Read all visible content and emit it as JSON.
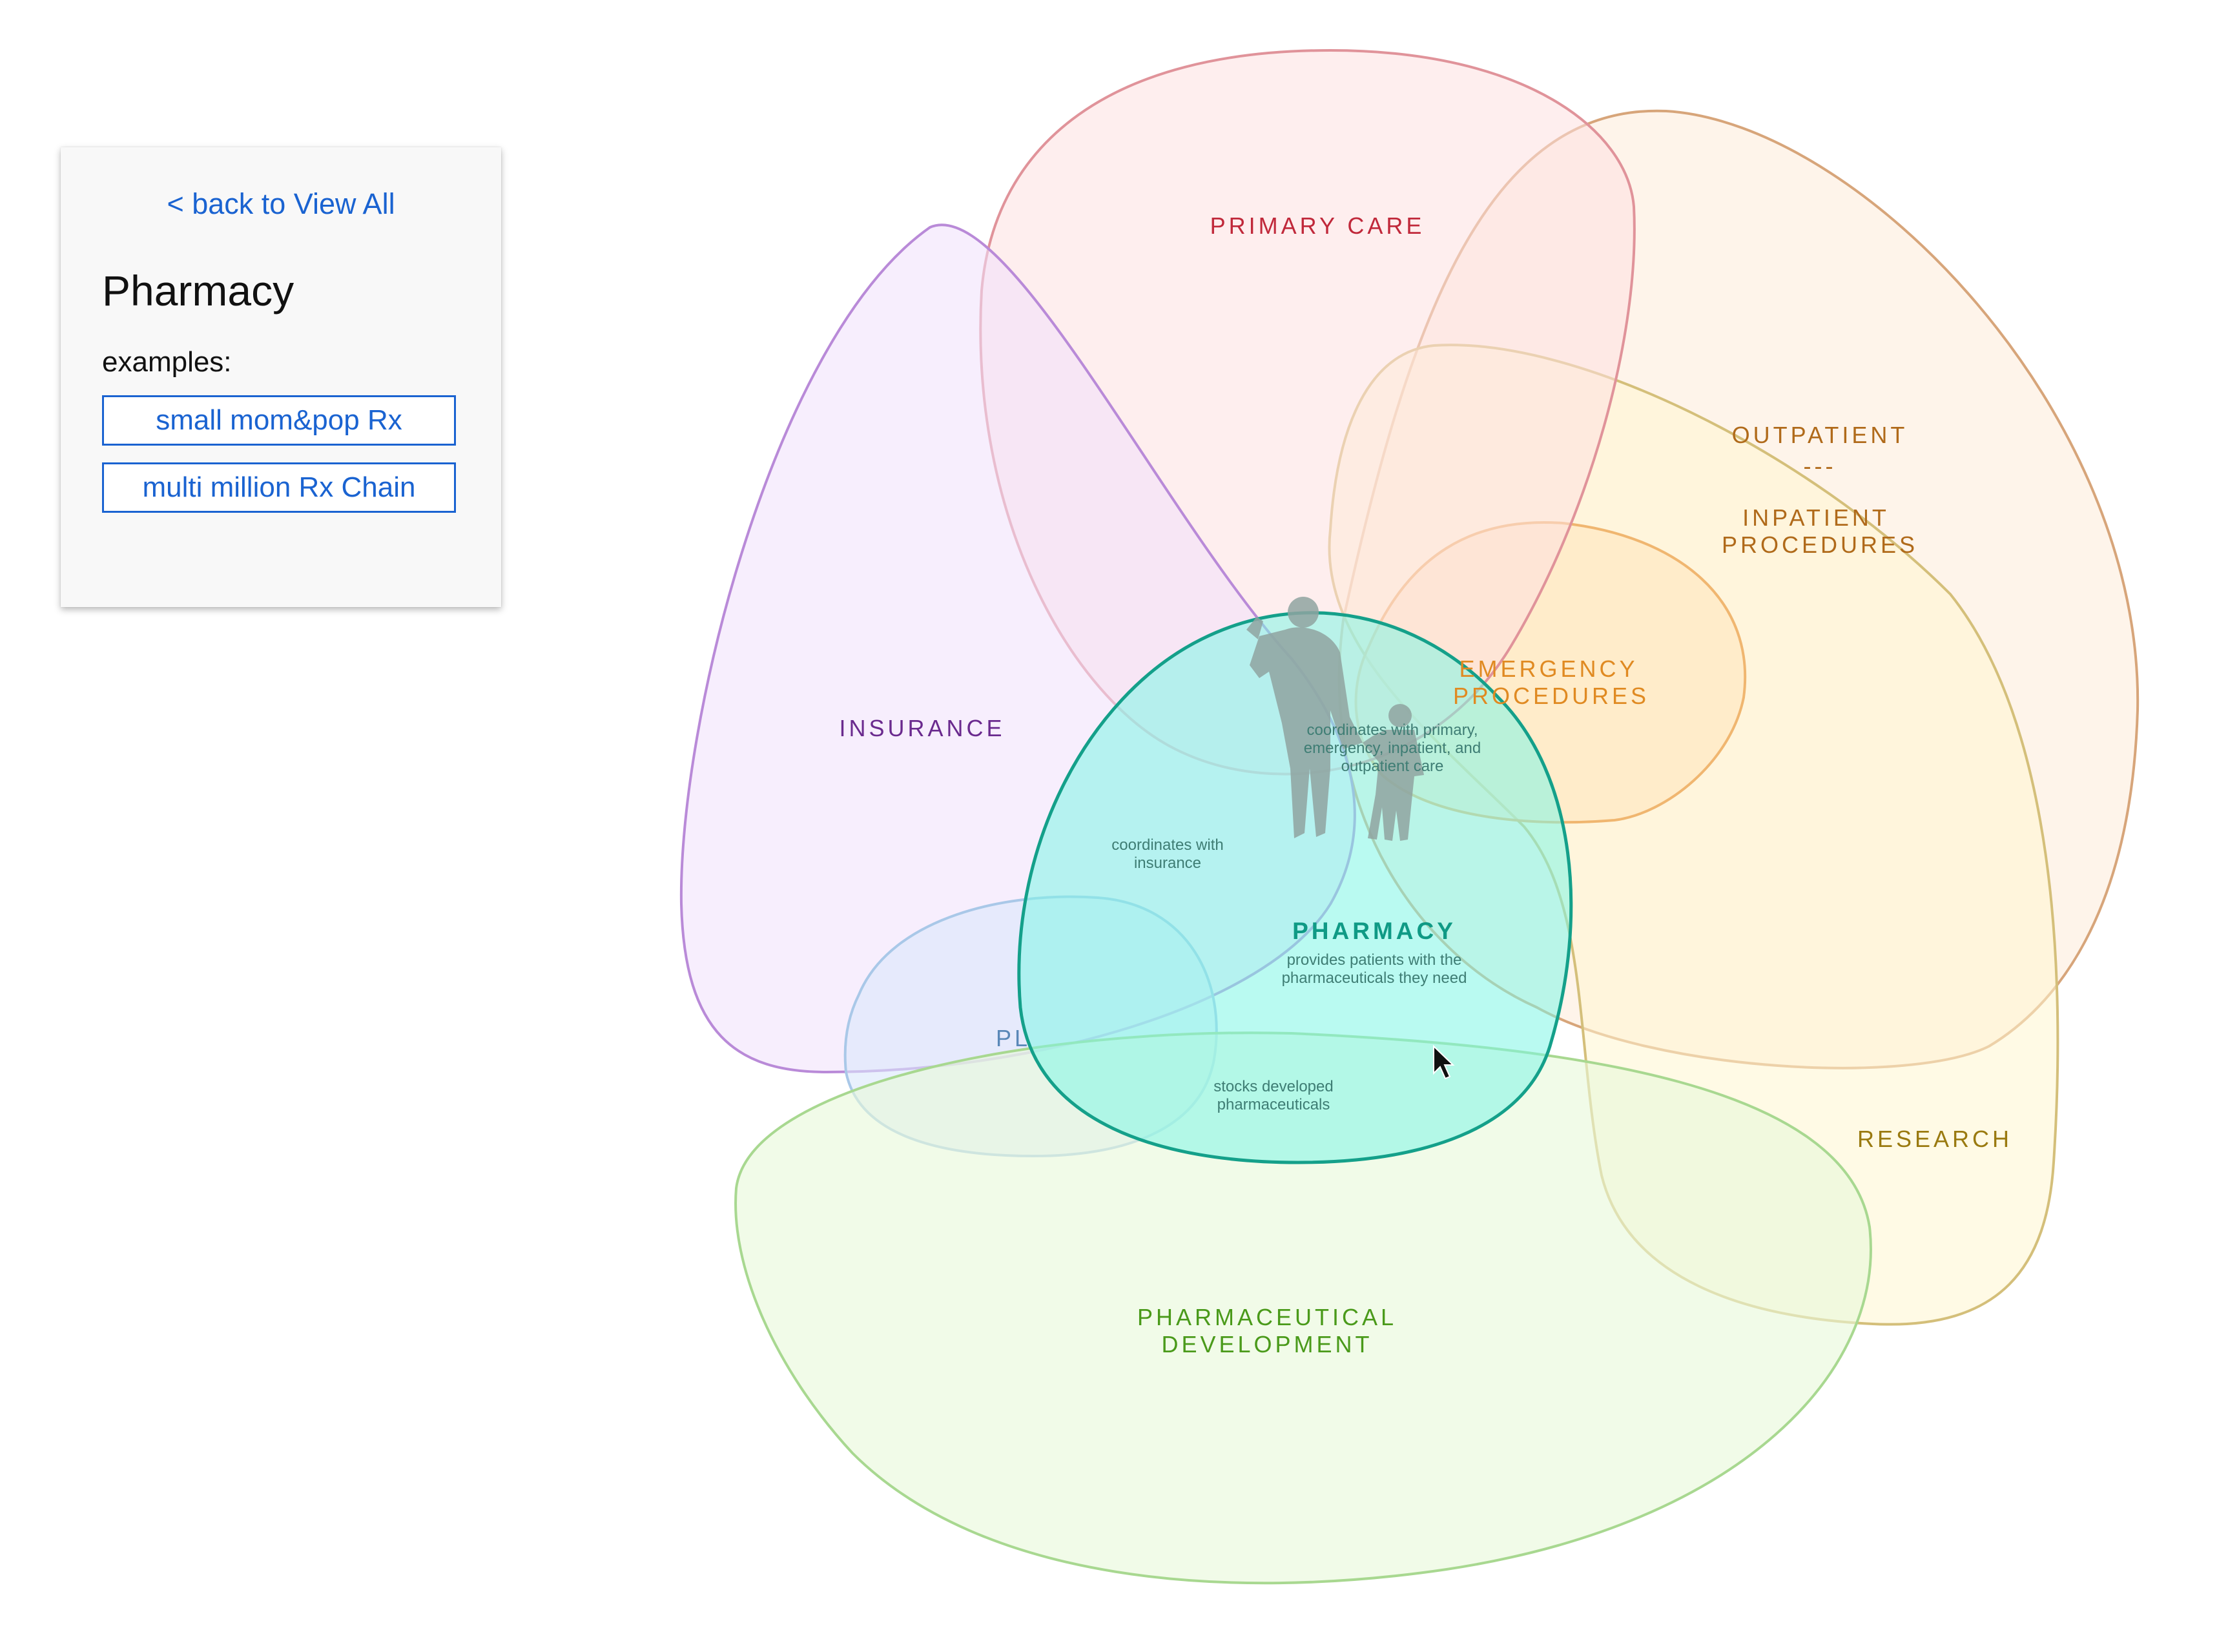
{
  "panel": {
    "back_link": "< back to View All",
    "title": "Pharmacy",
    "examples_label": "examples:",
    "examples": [
      "small mom&pop Rx",
      "multi million Rx Chain"
    ]
  },
  "diagram": {
    "regions": {
      "primary_care": "PRIMARY CARE",
      "outpatient": "OUTPATIENT",
      "separator": "---",
      "inpatient_line1": "INPATIENT",
      "inpatient_line2": "PROCEDURES",
      "emergency_line1": "EMERGENCY",
      "emergency_line2": "PROCEDURES",
      "insurance": "INSURANCE",
      "pharmacy": "PHARMACY",
      "research": "RESEARCH",
      "pharma_line1": "PHARMACEUTICAL",
      "pharma_line2": "DEVELOPMENT",
      "plans_partial": "PL"
    },
    "notes": {
      "care_line1": "coordinates with primary,",
      "care_line2": "emergency, inpatient, and",
      "care_line3": "outpatient care",
      "insurance_line1": "coordinates with",
      "insurance_line2": "insurance",
      "pharmacy_line1": "provides patients with the",
      "pharmacy_line2": "pharmaceuticals they need",
      "stocks_line1": "stocks developed",
      "stocks_line2": "pharmaceuticals"
    },
    "colors": {
      "primary_care": "#c0283a",
      "outpatient": "#b06a1a",
      "emergency": "#e08a22",
      "insurance": "#6a2a8e",
      "pharmacy": "#0f9a85",
      "research": "#9a7a10",
      "pharma_dev": "#4a9a1a",
      "link": "#1a63d1"
    },
    "icons": [
      "family-silhouette-icon",
      "cursor-arrow-icon"
    ]
  }
}
